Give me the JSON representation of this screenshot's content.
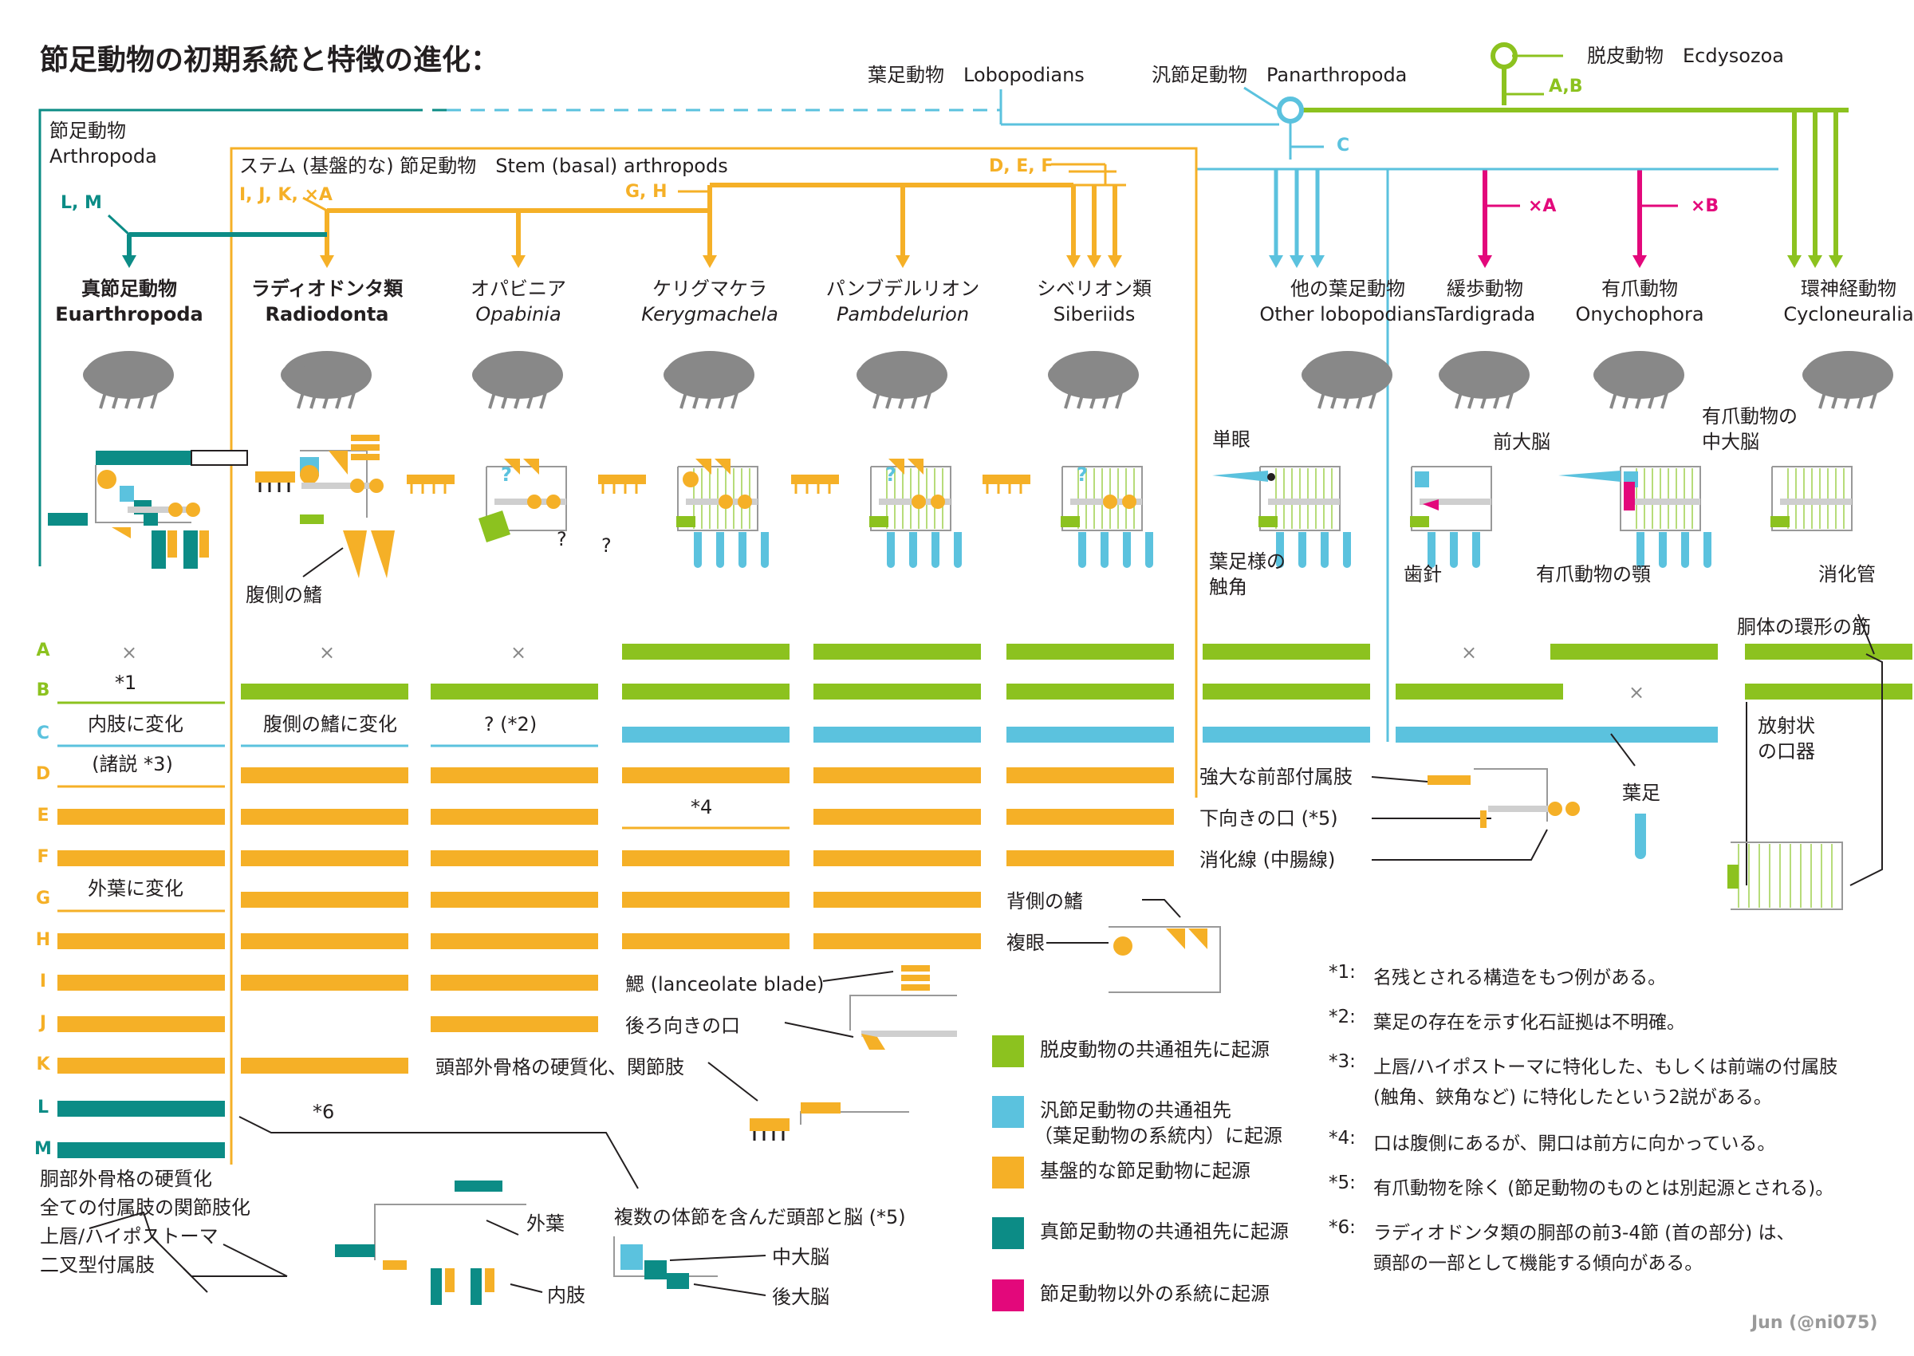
{
  "title": "節足動物の初期系統と特徴の進化：",
  "clades": {
    "ecdysozoa": "脱皮動物　Ecdysozoa",
    "panarthropoda": "汎節足動物　Panarthropoda",
    "lobopodians": "葉足動物　Lobopodians",
    "arthropoda_ja": "節足動物",
    "arthropoda_en": "Arthropoda",
    "stem": "ステム (基盤的な) 節足動物　Stem (basal) arthropods"
  },
  "branch_tags": {
    "ab": "A,B",
    "c": "C",
    "def": "D, E, F",
    "gh": "G, H",
    "ijk": "I, J, K, ×A",
    "lm": "L, M",
    "xa": "×A",
    "xb": "×B"
  },
  "taxa": [
    {
      "ja": "真節足動物",
      "en": "Euarthropoda",
      "bold": true,
      "italic": false
    },
    {
      "ja": "ラディオドンタ類",
      "en": "Radiodonta",
      "bold": true,
      "italic": false
    },
    {
      "ja": "オパビニア",
      "en": "Opabinia",
      "bold": false,
      "italic": true
    },
    {
      "ja": "ケリグマケラ",
      "en": "Kerygmachela",
      "bold": false,
      "italic": true
    },
    {
      "ja": "パンブデルリオン",
      "en": "Pambdelurion",
      "bold": false,
      "italic": true
    },
    {
      "ja": "シベリオン類",
      "en": "Siberiids",
      "bold": false,
      "italic": false
    },
    {
      "ja": "他の葉足動物",
      "en": "Other lobopodians",
      "bold": false,
      "italic": false
    },
    {
      "ja": "緩歩動物",
      "en": "Tardigrada",
      "bold": false,
      "italic": false
    },
    {
      "ja": "有爪動物",
      "en": "Onychophora",
      "bold": false,
      "italic": false
    },
    {
      "ja": "環神経動物",
      "en": "Cycloneuralia",
      "bold": false,
      "italic": false
    }
  ],
  "schematic_labels": {
    "ventral_flap": "腹側の鰭",
    "ocellus": "単眼",
    "lobopod_antenna_1": "葉足様の",
    "lobopod_antenna_2": "触角",
    "protocerebrum": "前大脳",
    "stylet": "歯針",
    "ony_deuto_1": "有爪動物の",
    "ony_deuto_2": "中大脳",
    "ony_jaw": "有爪動物の顎",
    "gut": "消化管",
    "q": "?"
  },
  "rows": [
    "A",
    "B",
    "C",
    "D",
    "E",
    "F",
    "G",
    "H",
    "I",
    "J",
    "K",
    "L",
    "M"
  ],
  "matrix_text": {
    "x": "×",
    "n1": "*1",
    "limb": "内肢に変化",
    "flap": "腹側の鰭に変化",
    "q2": "? (*2)",
    "various": "(諸説 *3)",
    "n4": "*4",
    "exite": "外葉に変化",
    "n6": "*6"
  },
  "trait_labels": {
    "body_rings": "胴体の環形の筋",
    "radial_1": "放射状",
    "radial_2": "の口器",
    "lobopod": "葉足",
    "frontal": "強大な前部付属肢",
    "downmouth": "下向きの口 (*5)",
    "gut_line": "消化線 (中腸線)",
    "dorsal_flap": "背側の鰭",
    "compound_eye": "複眼",
    "gill": "鰓 (lanceolate blade)",
    "backmouth": "後ろ向きの口",
    "head_sclerite": "頭部外骨格の硬質化、関節肢",
    "trunk_sclerite": "胴部外骨格の硬質化",
    "all_arthropod": "全ての付属肢の関節肢化",
    "labrum": "上唇/ハイポストーマ",
    "biramous": "二叉型付属肢",
    "exite": "外葉",
    "endopod": "内肢",
    "multi_head": "複数の体節を含んだ頭部と脳 (*5)",
    "deuto": "中大脳",
    "trito": "後大脳"
  },
  "legend": [
    {
      "color": "#8cc21f",
      "text": "脱皮動物の共通祖先に起源"
    },
    {
      "color": "#5bc2de",
      "text": "汎節足動物の共通祖先",
      "text2": "（葉足動物の系統内）に起源"
    },
    {
      "color": "#f5b027",
      "text": "基盤的な節足動物に起源"
    },
    {
      "color": "#0c8c86",
      "text": "真節足動物の共通祖先に起源"
    },
    {
      "color": "#e3087b",
      "text": "節足動物以外の系統に起源"
    }
  ],
  "notes": [
    {
      "key": "*1:",
      "text": "名残とされる構造をもつ例がある。"
    },
    {
      "key": "*2:",
      "text": "葉足の存在を示す化石証拠は不明確。"
    },
    {
      "key": "*3:",
      "text": "上唇/ハイポストーマに特化した、もしくは前端の付属肢",
      "text2": "(触角、鋏角など) に特化したという2説がある。"
    },
    {
      "key": "*4:",
      "text": "口は腹側にあるが、開口は前方に向かっている。"
    },
    {
      "key": "*5:",
      "text": "有爪動物を除く (節足動物のものとは別起源とされる)。"
    },
    {
      "key": "*6:",
      "text": "ラディオドンタ類の胴部の前3-4節 (首の部分) は、",
      "text2": "頭部の一部として機能する傾向がある。"
    }
  ],
  "credit": "Jun (@ni075)",
  "colors": {
    "green": "#8cc21f",
    "blue": "#5bc2de",
    "orange": "#f5b027",
    "teal": "#0c8c86",
    "magenta": "#e3087b",
    "gray": "#888888"
  },
  "icons": [
    "animal-silhouette-icon",
    "brain-icon",
    "eye-icon",
    "appendage-icon"
  ]
}
